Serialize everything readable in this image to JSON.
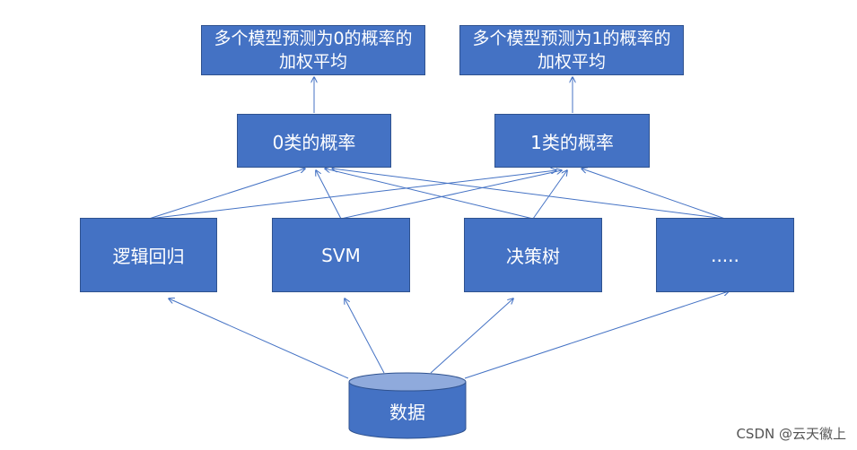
{
  "nodes": {
    "avg0": "多个模型预测为0的概率的加权平均",
    "avg1": "多个模型预测为1的概率的加权平均",
    "class0": "0类的概率",
    "class1": "1类的概率",
    "models": [
      "逻辑回归",
      "SVM",
      "决策树",
      "....."
    ],
    "data": "数据"
  },
  "watermark": "CSDN @云天徽上",
  "colors": {
    "box_fill": "#4472c4",
    "box_border": "#2f528f",
    "line": "#4472c4",
    "text": "#ffffff"
  }
}
